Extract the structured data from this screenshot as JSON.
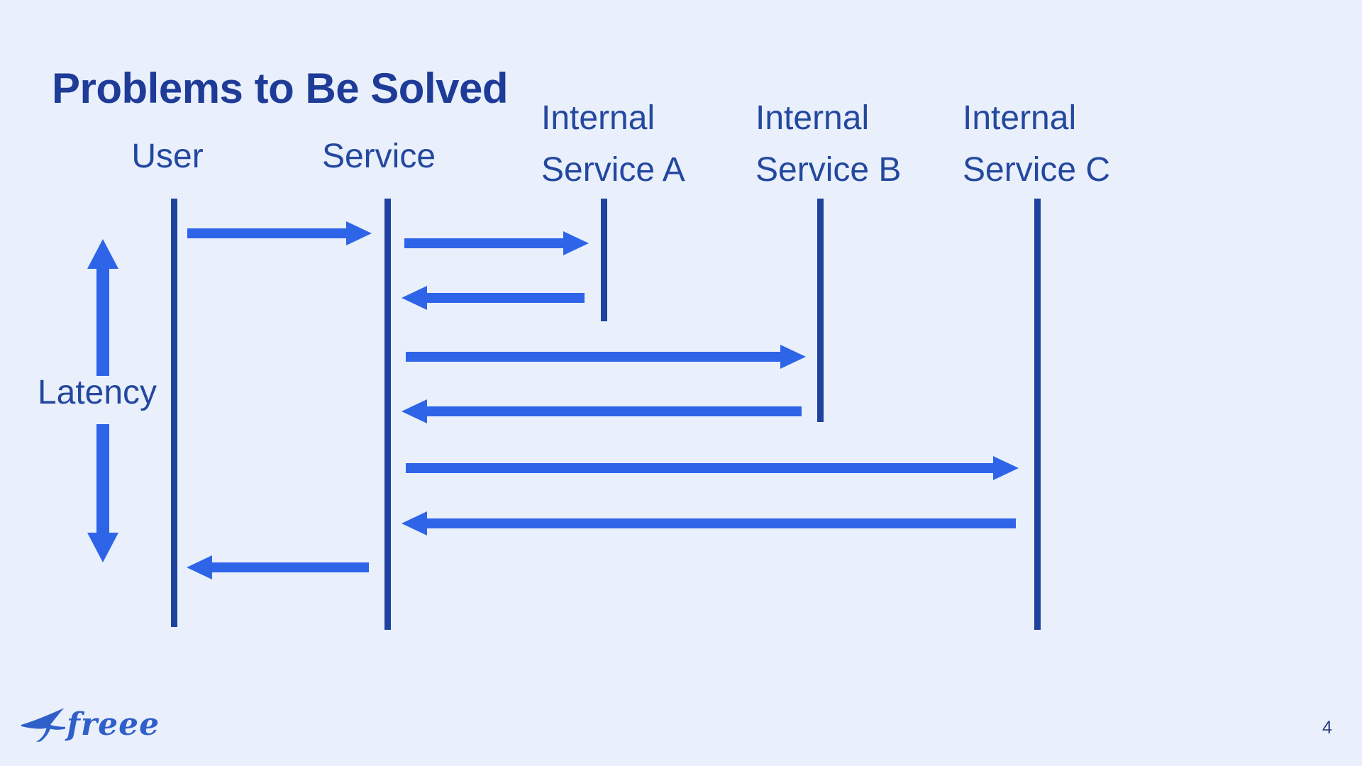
{
  "colors": {
    "background": "#e9f0fc",
    "title": "#1e3c97",
    "label": "#24489f",
    "lifeline": "#1f429f",
    "arrow": "#2e64e8",
    "logo": "#2f5fc9",
    "page_number": "#2c3e80"
  },
  "title": "Problems to Be Solved",
  "actors": {
    "user": {
      "label": "User"
    },
    "service": {
      "label": "Service"
    },
    "internal_a": {
      "line1": "Internal",
      "line2": "Service A"
    },
    "internal_b": {
      "line1": "Internal",
      "line2": "Service B"
    },
    "internal_c": {
      "line1": "Internal",
      "line2": "Service C"
    }
  },
  "latency": {
    "label": "Latency"
  },
  "sequence": [
    {
      "step": 1,
      "from": "User",
      "to": "Service"
    },
    {
      "step": 2,
      "from": "Service",
      "to": "Internal Service A"
    },
    {
      "step": 3,
      "from": "Internal Service A",
      "to": "Service"
    },
    {
      "step": 4,
      "from": "Service",
      "to": "Internal Service B"
    },
    {
      "step": 5,
      "from": "Internal Service B",
      "to": "Service"
    },
    {
      "step": 6,
      "from": "Service",
      "to": "Internal Service C"
    },
    {
      "step": 7,
      "from": "Internal Service C",
      "to": "Service"
    },
    {
      "step": 8,
      "from": "Service",
      "to": "User"
    }
  ],
  "footer": {
    "logo_text": "freee",
    "page_number": "4"
  }
}
